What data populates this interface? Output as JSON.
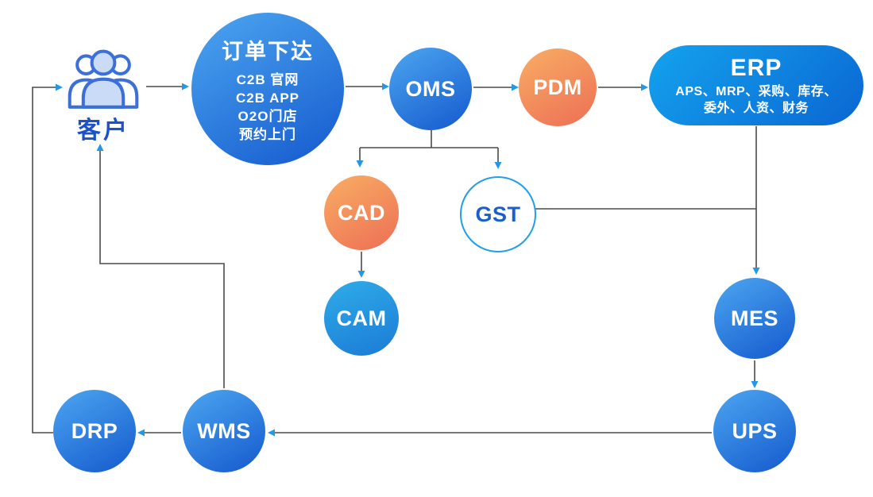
{
  "customer": {
    "label": "客户",
    "icon": "customers-group-icon"
  },
  "order_entry": {
    "title": "订单下达",
    "channels": [
      "C2B 官网",
      "C2B APP",
      "O2O门店",
      "预约上门"
    ]
  },
  "systems": {
    "oms": "OMS",
    "pdm": "PDM",
    "erp": {
      "title": "ERP",
      "modules_line1": "APS、MRP、采购、库存、",
      "modules_line2": "委外、人资、财务"
    },
    "cad": "CAD",
    "gst": "GST",
    "cam": "CAM",
    "mes": "MES",
    "ups": "UPS",
    "wms": "WMS",
    "drp": "DRP"
  },
  "edges": [
    {
      "from": "客户",
      "to": "订单下达"
    },
    {
      "from": "订单下达",
      "to": "OMS"
    },
    {
      "from": "OMS",
      "to": "PDM"
    },
    {
      "from": "PDM",
      "to": "ERP"
    },
    {
      "from": "OMS",
      "to": "CAD"
    },
    {
      "from": "OMS",
      "to": "GST"
    },
    {
      "from": "CAD",
      "to": "CAM"
    },
    {
      "from": "ERP",
      "to": "MES"
    },
    {
      "from": "GST",
      "to": "MES"
    },
    {
      "from": "MES",
      "to": "UPS"
    },
    {
      "from": "UPS",
      "to": "WMS"
    },
    {
      "from": "WMS",
      "to": "DRP"
    },
    {
      "from": "WMS",
      "to": "客户"
    },
    {
      "from": "DRP",
      "to": "客户"
    }
  ],
  "colors": {
    "blue_light": "#4CA6F0",
    "blue_dark": "#1459CE",
    "cyan_light": "#2FACE8",
    "cyan_dark": "#1B7BD6",
    "orange_light": "#F8AE64",
    "orange_dark": "#ED6E55",
    "erp_light": "#14A3EE",
    "erp_dark": "#0A66D2",
    "line_gray": "#4A4A4A",
    "arrow_blue": "#2199E8",
    "gst_border": "#1F9FE8",
    "gst_text": "#1B5FC8",
    "customer_stroke": "#3D6FD8",
    "customer_fill": "#C9DBF6",
    "label_blue": "#1C51C8"
  }
}
